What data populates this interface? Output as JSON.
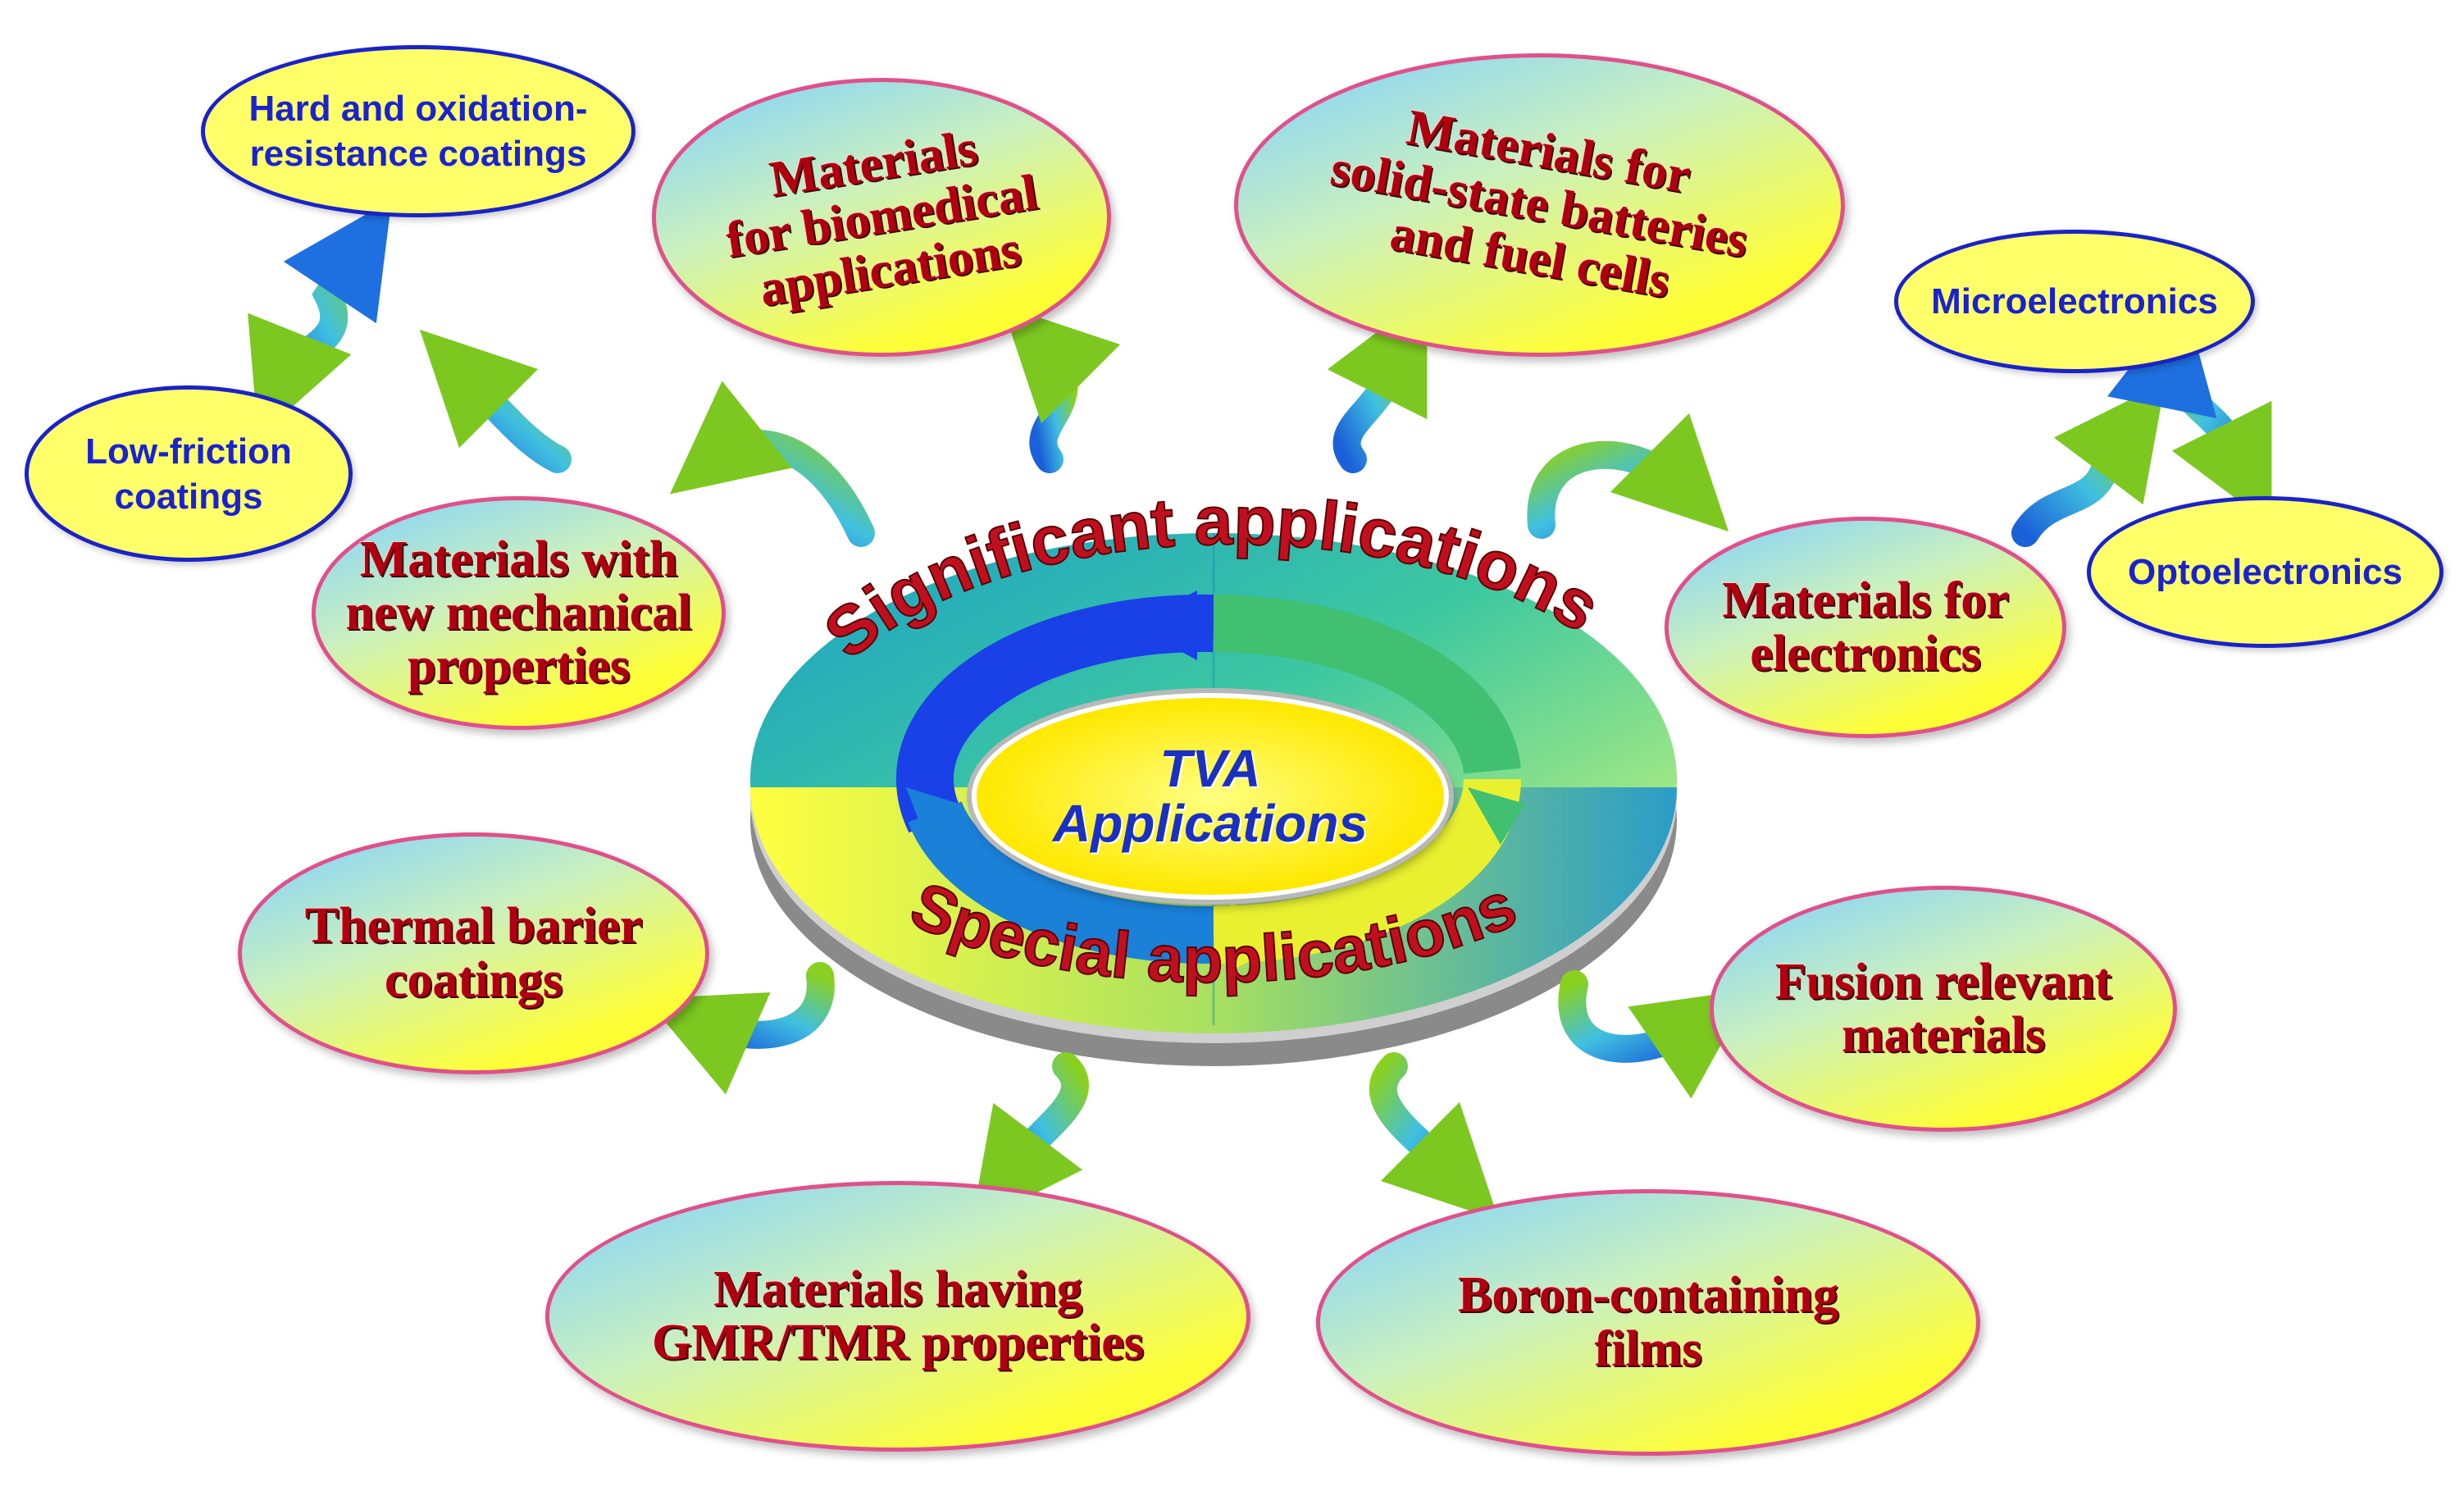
{
  "center": {
    "line1": "TVA",
    "line2": "Applications"
  },
  "ring": {
    "top_label": "Significant applications",
    "bottom_label": "Special applications"
  },
  "nodes": {
    "biomedical": "Materials\nfor biomedical\napplications",
    "batteries": "Materials for\nsolid-state batteries\nand fuel cells",
    "mechanical": "Materials with\nnew mechanical\nproperties",
    "electronics": "Materials for\nelectronics",
    "thermal": "Thermal barier\ncoatings",
    "fusion": "Fusion relevant\nmaterials",
    "gmr": "Materials having\nGMR/TMR properties",
    "boron": "Boron-containing\nfilms"
  },
  "sub_nodes": {
    "hard_coatings": "Hard and oxidation-\nresistance coatings",
    "low_friction": "Low-friction\ncoatings",
    "microelectronics": "Microelectronics",
    "optoelectronics": "Optoelectronics"
  },
  "colors": {
    "primary_text": "#b00010",
    "secondary_text": "#1a22d0",
    "primary_border": "#e0508a",
    "secondary_border": "#1a22c8",
    "center_fill": "#ffe800"
  }
}
